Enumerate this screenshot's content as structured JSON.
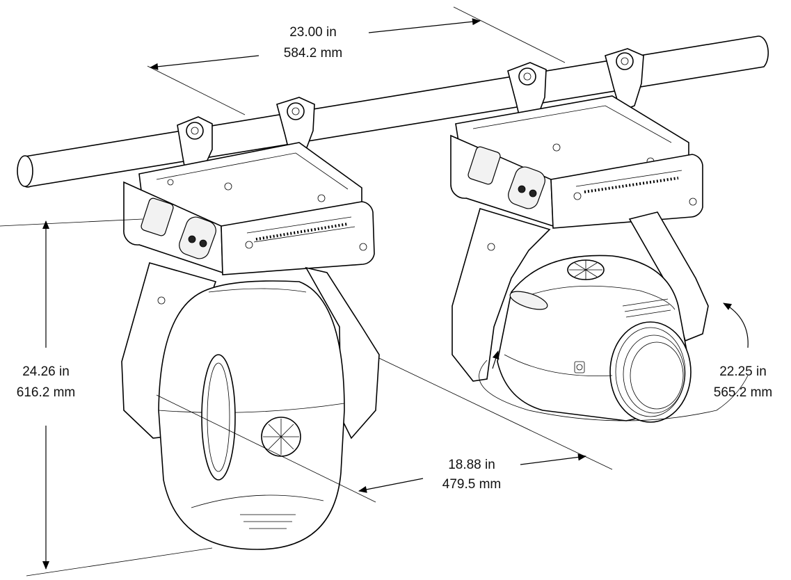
{
  "dimensions": {
    "width": {
      "imperial": "23.00 in",
      "metric": "584.2 mm"
    },
    "height": {
      "imperial": "24.26 in",
      "metric": "616.2 mm"
    },
    "depth": {
      "imperial": "18.88 in",
      "metric": "479.5 mm"
    },
    "tilt": {
      "imperial": "22.25 in",
      "metric": "565.2 mm"
    }
  }
}
